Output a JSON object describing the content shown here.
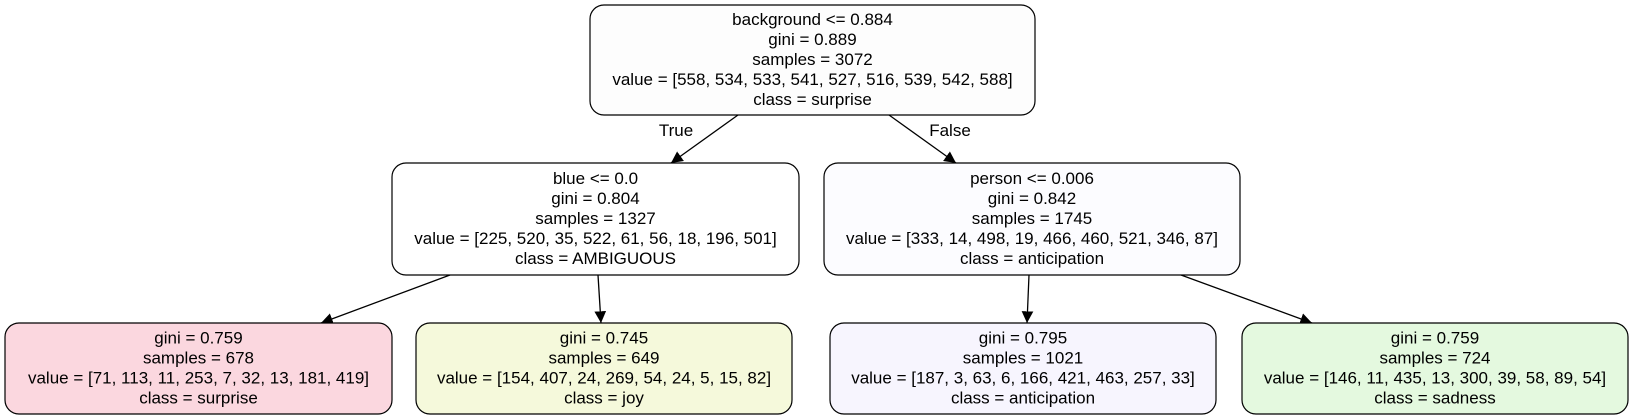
{
  "tree": {
    "nodes": [
      {
        "id": "root",
        "fill": "#fdfdfd",
        "lines": [
          "background <= 0.884",
          "gini = 0.889",
          "samples = 3072",
          "value = [558, 534, 533, 541, 527, 516, 539, 542, 588]",
          "class = surprise"
        ]
      },
      {
        "id": "blue",
        "fill": "#ffffff",
        "lines": [
          "blue <= 0.0",
          "gini = 0.804",
          "samples = 1327",
          "value = [225, 520, 35, 522, 61, 56, 18, 196, 501]",
          "class = AMBIGUOUS"
        ]
      },
      {
        "id": "person",
        "fill": "#fcfcff",
        "lines": [
          "person <= 0.006",
          "gini = 0.842",
          "samples = 1745",
          "value = [333, 14, 498, 19, 466, 460, 521, 346, 87]",
          "class = anticipation"
        ]
      },
      {
        "id": "leaf-surprise",
        "fill": "#fbd7df",
        "lines": [
          "gini = 0.759",
          "samples = 678",
          "value = [71, 113, 11, 253, 7, 32, 13, 181, 419]",
          "class = surprise"
        ]
      },
      {
        "id": "leaf-joy",
        "fill": "#f5f9db",
        "lines": [
          "gini = 0.745",
          "samples = 649",
          "value = [154, 407, 24, 269, 54, 24, 5, 15, 82]",
          "class = joy"
        ]
      },
      {
        "id": "leaf-anticipation",
        "fill": "#f7f5fe",
        "lines": [
          "gini = 0.795",
          "samples = 1021",
          "value = [187, 3, 63, 6, 166, 421, 463, 257, 33]",
          "class = anticipation"
        ]
      },
      {
        "id": "leaf-sadness",
        "fill": "#e4f9df",
        "lines": [
          "gini = 0.759",
          "samples = 724",
          "value = [146, 11, 435, 13, 300, 39, 58, 89, 54]",
          "class = sadness"
        ]
      }
    ],
    "edges": [
      {
        "from": "root",
        "to": "blue",
        "label": "True"
      },
      {
        "from": "root",
        "to": "person",
        "label": "False"
      },
      {
        "from": "blue",
        "to": "leaf-surprise",
        "label": ""
      },
      {
        "from": "blue",
        "to": "leaf-joy",
        "label": ""
      },
      {
        "from": "person",
        "to": "leaf-anticipation",
        "label": ""
      },
      {
        "from": "person",
        "to": "leaf-sadness",
        "label": ""
      }
    ],
    "colors": {
      "stroke": "#000000",
      "text": "#000000"
    }
  }
}
